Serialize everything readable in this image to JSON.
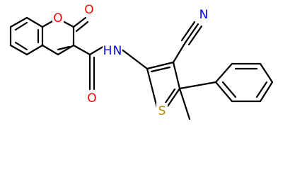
{
  "molecule": {
    "atom_labels": {
      "ring_oxygen": "O",
      "lactone_carbonyl_oxygen": "O",
      "amide_oxygen": "O",
      "amide_nitrogen": "N",
      "amide_hydrogen": "H",
      "thiophene_sulfur": "S",
      "nitrile_nitrogen": "N"
    },
    "substituent_labels": {
      "methyl": "methyl"
    },
    "colors": {
      "carbon_bonds": "#000000",
      "oxygen": "#ff0000",
      "nitrogen": "#0000ff",
      "sulfur": "#b8860b"
    }
  }
}
